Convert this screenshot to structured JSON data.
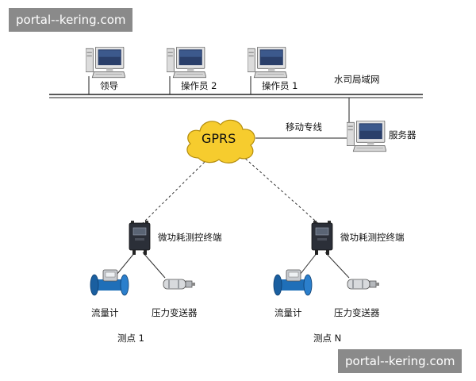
{
  "watermark": {
    "top": "portal--kering.com",
    "bottom": "portal--kering.com"
  },
  "lan": {
    "label": "水司局域网"
  },
  "computers": [
    {
      "label": "领导"
    },
    {
      "label": "操作员 2"
    },
    {
      "label": "操作员 1"
    }
  ],
  "server": {
    "label": "服务器"
  },
  "mobile_line": {
    "label": "移动专线"
  },
  "cloud": {
    "label": "GPRS"
  },
  "sites": [
    {
      "terminal": "微功耗测控终端",
      "flowmeter": "流量计",
      "pressure": "压力变送器",
      "point": "测点 1"
    },
    {
      "terminal": "微功耗测控终端",
      "flowmeter": "流量计",
      "pressure": "压力变送器",
      "point": "测点 N"
    }
  ],
  "colors": {
    "cloud_fill": "#f6cc2e",
    "cloud_stroke": "#b58d0c",
    "flowmeter_blue": "#1f6fb8",
    "watermark_bg": "#8a8a8a"
  }
}
